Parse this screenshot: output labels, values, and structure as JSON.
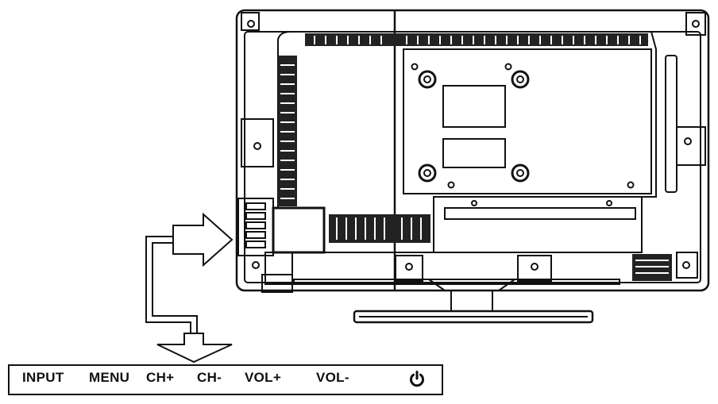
{
  "diagram": {
    "control_buttons": [
      {
        "id": "input",
        "label": "INPUT"
      },
      {
        "id": "menu",
        "label": "MENU"
      },
      {
        "id": "ch-plus",
        "label": "CH+"
      },
      {
        "id": "ch-minus",
        "label": "CH-"
      },
      {
        "id": "vol-plus",
        "label": "VOL+"
      },
      {
        "id": "vol-minus",
        "label": "VOL-"
      },
      {
        "id": "power",
        "label": "",
        "icon": "power-icon"
      }
    ],
    "stroke_color": "#111111",
    "background_color": "#ffffff"
  }
}
